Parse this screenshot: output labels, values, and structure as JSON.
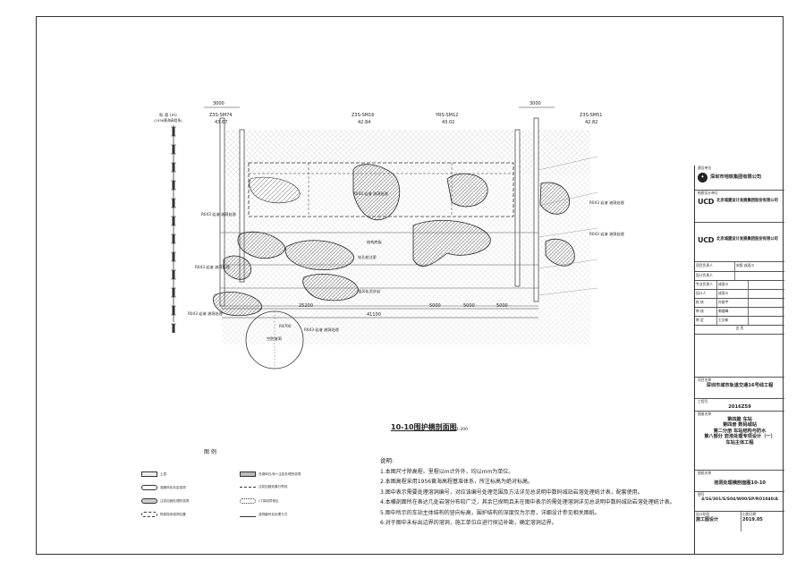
{
  "drawing": {
    "title": "10-10围护横剖面图",
    "scale": "1:200",
    "axis_label": "标 高 (m)",
    "axis_sublabel": "(1956黄海高程系)",
    "piles": [
      {
        "label": "Z3S-SM74",
        "elev": "43.67",
        "width": "3000"
      },
      {
        "label": "Z3S-SM16",
        "elev": "42.84"
      },
      {
        "label": "YRS-SM12",
        "elev": "43.02"
      },
      {
        "label": "Z3S-SM51",
        "elev": "42.82",
        "width": "3000"
      }
    ],
    "dims_bottom": [
      "41100",
      "5000",
      "5000",
      "5000",
      "25200"
    ],
    "callout": "R043 岩溶溶洞区域",
    "callouts_left": [
      "R043 岩溶\n溶洞处理",
      "R043 岩溶\n溶洞处理",
      "R043 岩溶\n溶洞处理",
      "R043 岩溶\n溶洞处理"
    ],
    "callouts_right": [
      "R043 岩溶\n溶洞处理",
      "R043 岩溶\n溶洞处理",
      "R043 岩溶\n溶洞处理"
    ],
    "label_fill": "钻孔桩注浆",
    "label_slab": "结构底板",
    "label_soil": "强风化泥灰岩",
    "circle_label": "空腔溶洞",
    "circle_dim": "R4700"
  },
  "legend": {
    "title": "图 例",
    "items": [
      {
        "label": "土层"
      },
      {
        "label": "强微风化灰岩溶洞"
      },
      {
        "label": "注浆加固处理的溶洞"
      },
      {
        "label": "物探探测溶洞位置"
      },
      {
        "label": "充填碎石/砂+注浆处理的溶洞"
      },
      {
        "label": "注浆加固效果分界线"
      },
      {
        "label": "CT探测异常区"
      },
      {
        "label": "溶洞编号及处理方式"
      }
    ]
  },
  "notes": {
    "heading": "说明:",
    "lines": [
      "1.本图尺寸除高程、里程以m计外外，均以mm为单位。",
      "2.本图高程采用1956黄海高程基准体系，所注标高为绝对标高。",
      "3.图中表示需要处理溶洞编号，对应该编号处理范围及方法详见总说明中数码城站岩溶处理统计表，配套使用。",
      "4.本横剖面所在表达几处岩溶分布较广泛，其余已探明且未在图中表示的需处理溶洞详见总说明中数码城站岩溶处理统计表。",
      "5.图中所示的车站主体结构的竖向标高，围护结构的深度仅为示意，详细设计参见相关图纸。",
      "6.对于图中未标出边界的溶洞，施工单位应进行探边补勘，确定溶洞边界。"
    ]
  },
  "title_block": {
    "client_label": "建设单位",
    "client": "深圳市地铁集团有限公司",
    "design_label": "勘察设计单位",
    "designer": "北京城建设计发展集团股份有限公司",
    "brand": "UCD",
    "designer2": "北京城建设计发展集团股份有限公司",
    "project_manager_label": "项目负责人",
    "project_manager": "宋毅  成双川",
    "design_leader_label": "设计负责人",
    "review_label": "专业负责人",
    "reviewer": "成双川",
    "designed_label": "设计人",
    "designed": "成双川",
    "checked_label": "校 核",
    "checked": "孙振宇",
    "approved_label": "审 核",
    "approved": "郭建峰",
    "auditor_label": "审 定",
    "auditor": "王文新",
    "sign_label": "会 签",
    "project_name_label": "项目名称",
    "project_name": "深圳市城市轨道交通16号线工程",
    "project_no_label": "工程号",
    "project_no": "2016Z59",
    "volume_label": "图册名称",
    "volume_lines": [
      "第四篇 车站",
      "第四册 数码城站",
      "第二分册 车站结构与防水",
      "第八部分 岩溶处理专项设计（一）",
      "车站主体工程"
    ],
    "drawing_name_label": "图纸名称",
    "drawing_name": "溶洞处理横剖面图10-10",
    "drawing_no_label": "图号",
    "drawing_no": "4/16/301/S/S04/W00/SP/RO1040/A",
    "stage_label": "设计阶段",
    "stage": "施工图设计",
    "date_label": "出图日期",
    "date": "2019.05"
  },
  "colors": {
    "line": "#333333",
    "grid": "#bbbbbb",
    "hatch": "#777777"
  }
}
